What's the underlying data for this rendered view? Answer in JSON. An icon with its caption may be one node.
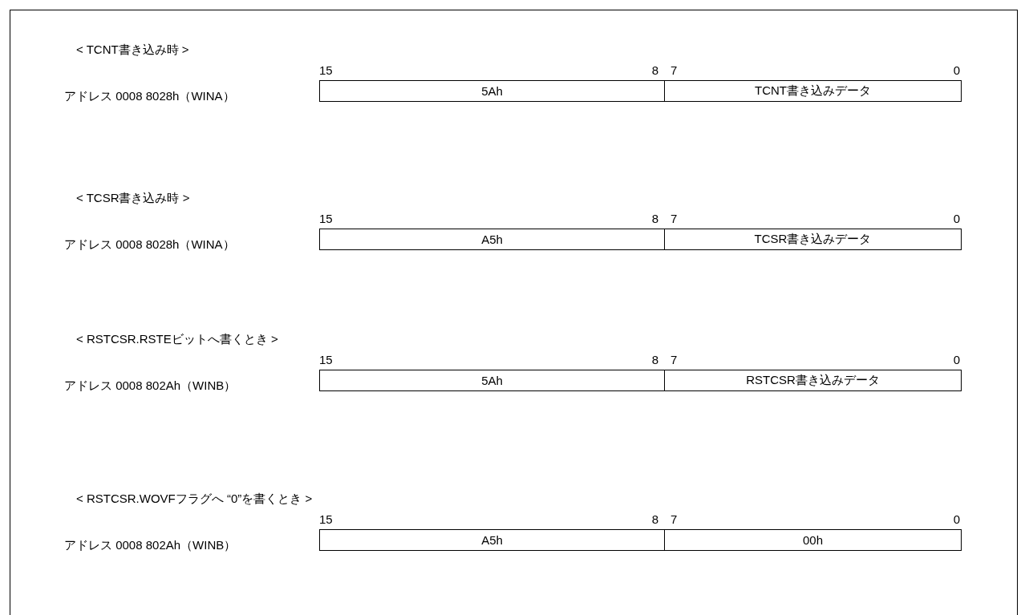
{
  "diagram": {
    "nodes": [
      {
        "text": [
          "5Ah"
        ]
      },
      {
        "text": [
          "TCNT書き込みデータ"
        ]
      },
      {
        "text": [
          "A5h"
        ]
      },
      {
        "text": [
          "TCSR書き込みデータ"
        ]
      },
      {
        "text": [
          "5Ah"
        ]
      },
      {
        "text": [
          "RSTCSR書き込みデータ"
        ]
      },
      {
        "text": [
          "A5h"
        ]
      },
      {
        "text": [
          "00h"
        ]
      }
    ],
    "labels": [
      "< TCNT書き込み時 >",
      "15",
      "8",
      "7",
      "0",
      "アドレス 0008 8028h（WINA）",
      "< TCSR書き込み時 >",
      "15",
      "8",
      "7",
      "0",
      "アドレス 0008 8028h（WINA）",
      "< RSTCSR.RSTEビットへ書くとき >",
      "15",
      "8",
      "7",
      "0",
      "アドレス 0008 802Ah（WINB）",
      "< RSTCSR.WOVFフラグへ “0”を書くとき >",
      "15",
      "8",
      "7",
      "0",
      "アドレス 0008 802Ah（WINB）"
    ]
  }
}
